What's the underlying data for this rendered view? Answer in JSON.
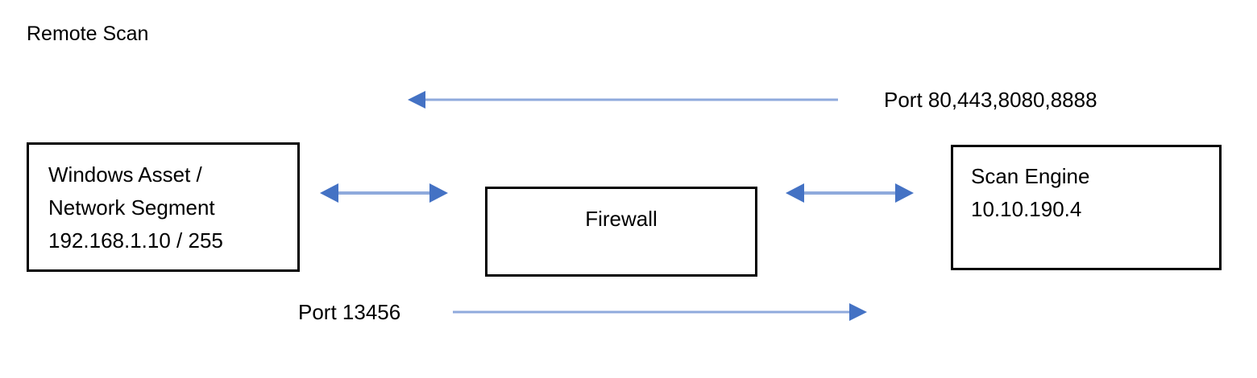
{
  "diagram": {
    "title": "Remote Scan",
    "type": "network-flow-diagram",
    "colors": {
      "node_border": "#000000",
      "node_fill": "#ffffff",
      "connector_line": "#8faadc",
      "connector_arrowhead": "#4472c4",
      "text": "#000000",
      "background": "#ffffff"
    },
    "nodes": [
      {
        "id": "asset",
        "name": "windows-asset-node",
        "lines": [
          "Windows Asset /",
          "Network Segment",
          "192.168.1.10 / 255"
        ]
      },
      {
        "id": "firewall",
        "name": "firewall-node",
        "lines": [
          "Firewall"
        ]
      },
      {
        "id": "scan-engine",
        "name": "scan-engine-node",
        "lines": [
          "Scan Engine",
          "10.10.190.4"
        ]
      }
    ],
    "connectors": [
      {
        "id": "inbound-ports",
        "name": "scan-engine-to-asset-arrow",
        "direction": "left",
        "label": "Port 80,443,8080,8888",
        "from": "scan-engine",
        "to": "asset"
      },
      {
        "id": "asset-firewall",
        "name": "asset-firewall-arrow",
        "direction": "both",
        "label": "",
        "from": "asset",
        "to": "firewall"
      },
      {
        "id": "firewall-scan-engine",
        "name": "firewall-scan-engine-arrow",
        "direction": "both",
        "label": "",
        "from": "firewall",
        "to": "scan-engine"
      },
      {
        "id": "outbound-port",
        "name": "asset-to-scan-engine-arrow",
        "direction": "right",
        "label": "Port 13456",
        "from": "asset",
        "to": "scan-engine"
      }
    ]
  }
}
